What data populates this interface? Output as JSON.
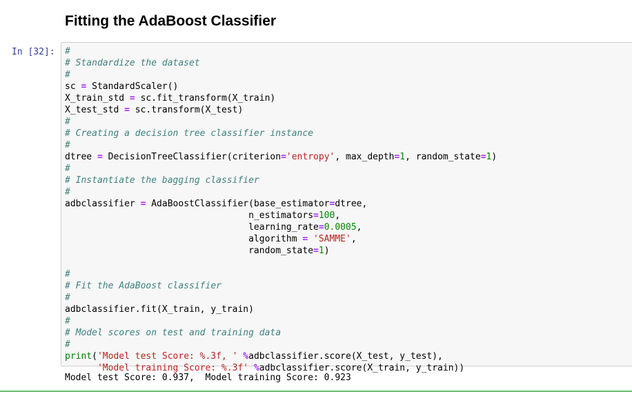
{
  "heading": "Fitting the AdaBoost Classifier",
  "cell": {
    "prompt": "In [32]:",
    "code": {
      "l1": "#",
      "l2": "# Standardize the dataset",
      "l3": "#",
      "l4": {
        "a": "sc ",
        "op": "=",
        "b": " StandardScaler()"
      },
      "l5": {
        "a": "X_train_std ",
        "op": "=",
        "b": " sc.fit_transform(X_train)"
      },
      "l6": {
        "a": "X_test_std ",
        "op": "=",
        "b": " sc.transform(X_test)"
      },
      "l7": "#",
      "l8": "# Creating a decision tree classifier instance",
      "l9": "#",
      "l10": {
        "a": "dtree ",
        "op1": "=",
        "b": " DecisionTreeClassifier(criterion",
        "op2": "=",
        "s1": "'entropy'",
        "c": ", max_depth",
        "op3": "=",
        "n1": "1",
        "d": ", random_state",
        "op4": "=",
        "n2": "1",
        "e": ")"
      },
      "l11": "#",
      "l12": "# Instantiate the bagging classifier",
      "l13": "#",
      "l14": {
        "a": "adbclassifier ",
        "op1": "=",
        "b": " AdaBoostClassifier(base_estimator",
        "op2": "=",
        "c": "dtree,"
      },
      "l15": {
        "a": "                                  n_estimators",
        "op": "=",
        "n": "100",
        "b": ","
      },
      "l16": {
        "a": "                                  learning_rate",
        "op": "=",
        "n": "0.0005",
        "b": ","
      },
      "l17": {
        "a": "                                  algorithm ",
        "op": "=",
        "sp": " ",
        "s": "'SAMME'",
        "b": ","
      },
      "l18": {
        "a": "                                  random_state",
        "op": "=",
        "n": "1",
        "b": ")"
      },
      "l19": "",
      "l20": "#",
      "l21": "# Fit the AdaBoost classifier",
      "l22": "#",
      "l23": "adbclassifier.fit(X_train, y_train)",
      "l24": "#",
      "l25": "# Model scores on test and training data",
      "l26": "#",
      "l27": {
        "kw": "print",
        "a": "(",
        "s": "'Model test Score: %.3f, '",
        "sp": " ",
        "op": "%",
        "b": "adbclassifier.score(X_test, y_test),"
      },
      "l28": {
        "a": "      ",
        "s": "'Model training Score: %.3f'",
        "sp": " ",
        "op": "%",
        "b": "adbclassifier.score(X_train, y_train))"
      }
    },
    "output": "Model test Score: 0.937,  Model training Score: 0.923"
  },
  "colors": {
    "prompt": "#303f9f",
    "comment": "#408080",
    "operator": "#aa22ff",
    "string": "#ba2121",
    "number": "#008800",
    "builtin": "#008000",
    "cell_background": "#f7f7f7",
    "selected_cell_border": "#66bb6a"
  }
}
